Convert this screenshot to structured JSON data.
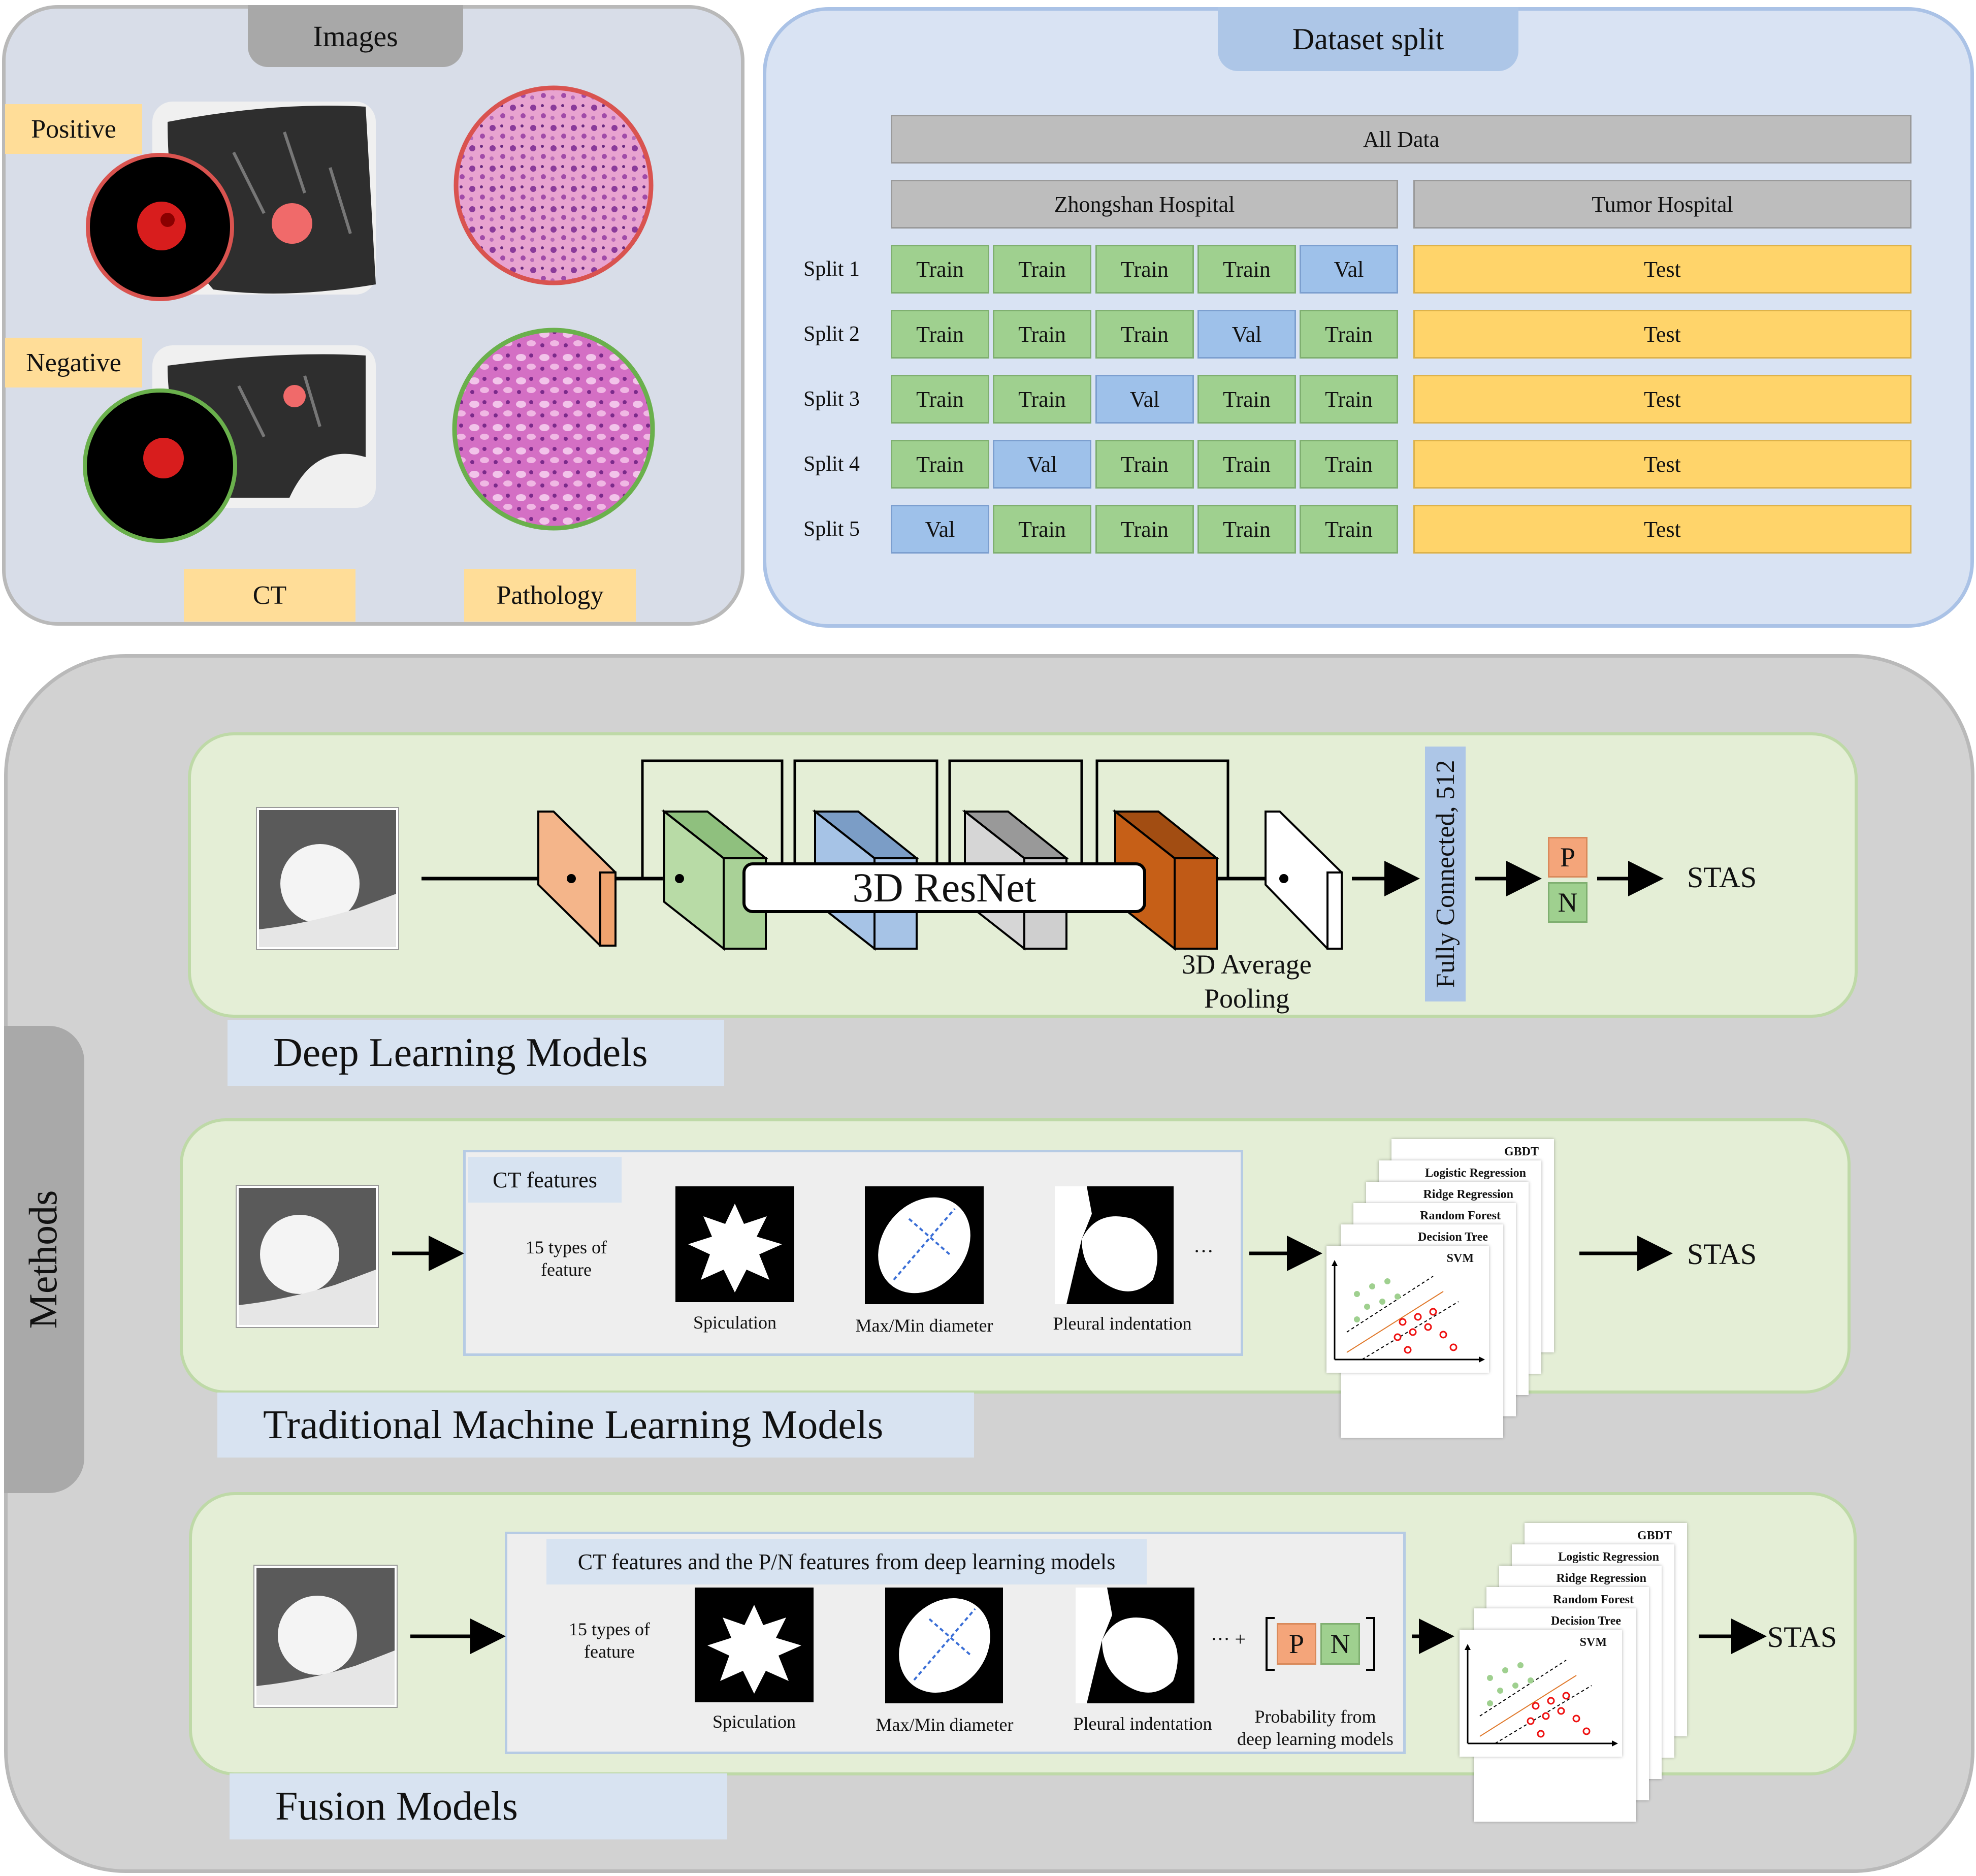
{
  "images_panel": {
    "title": "Images",
    "positive_label": "Positive",
    "negative_label": "Negative",
    "ct_label": "CT",
    "pathology_label": "Pathology"
  },
  "split_panel": {
    "title": "Dataset split",
    "all_data": "All Data",
    "zhongshan": "Zhongshan Hospital",
    "tumor": "Tumor Hospital",
    "test_label": "Test",
    "rows": [
      {
        "label": "Split 1",
        "cells": [
          "Train",
          "Train",
          "Train",
          "Train",
          "Val"
        ]
      },
      {
        "label": "Split 2",
        "cells": [
          "Train",
          "Train",
          "Train",
          "Val",
          "Train"
        ]
      },
      {
        "label": "Split 3",
        "cells": [
          "Train",
          "Train",
          "Val",
          "Train",
          "Train"
        ]
      },
      {
        "label": "Split 4",
        "cells": [
          "Train",
          "Val",
          "Train",
          "Train",
          "Train"
        ]
      },
      {
        "label": "Split 5",
        "cells": [
          "Val",
          "Train",
          "Train",
          "Train",
          "Train"
        ]
      }
    ]
  },
  "methods": {
    "side_label": "Methods",
    "deep": {
      "resnet_label": "3D ResNet",
      "pooling_line1": "3D Average",
      "pooling_line2": "Pooling",
      "fc_label": "Fully Connected, 512",
      "p": "P",
      "n": "N",
      "output": "STAS",
      "caption": "Deep Learning Models"
    },
    "traditional": {
      "features_title": "CT features",
      "types_line1": "15 types of",
      "types_line2": "feature",
      "spiculation": "Spiculation",
      "diameter": "Max/Min diameter",
      "pleural": "Pleural indentation",
      "ellipsis": "···",
      "models": [
        "GBDT",
        "Logistic Regression",
        "Ridge Regression",
        "Random Forest",
        "Decision Tree",
        "SVM"
      ],
      "output": "STAS",
      "caption": "Traditional Machine Learning Models"
    },
    "fusion": {
      "features_title": "CT features and the P/N features from deep learning models",
      "types_line1": "15 types of",
      "types_line2": "feature",
      "spiculation": "Spiculation",
      "diameter": "Max/Min diameter",
      "pleural": "Pleural indentation",
      "ellipsis_plus": "··· +",
      "p": "P",
      "n": "N",
      "prob_line1": "Probability from",
      "prob_line2": "deep learning models",
      "models": [
        "GBDT",
        "Logistic Regression",
        "Ridge Regression",
        "Random Forest",
        "Decision Tree",
        "SVM"
      ],
      "output": "STAS",
      "caption": "Fusion Models"
    }
  },
  "colors": {
    "train": "#9fd08f",
    "val": "#9ec1ea",
    "test": "#ffd46a",
    "positive_ring": "#d9534f",
    "negative_ring": "#6ab04c"
  }
}
